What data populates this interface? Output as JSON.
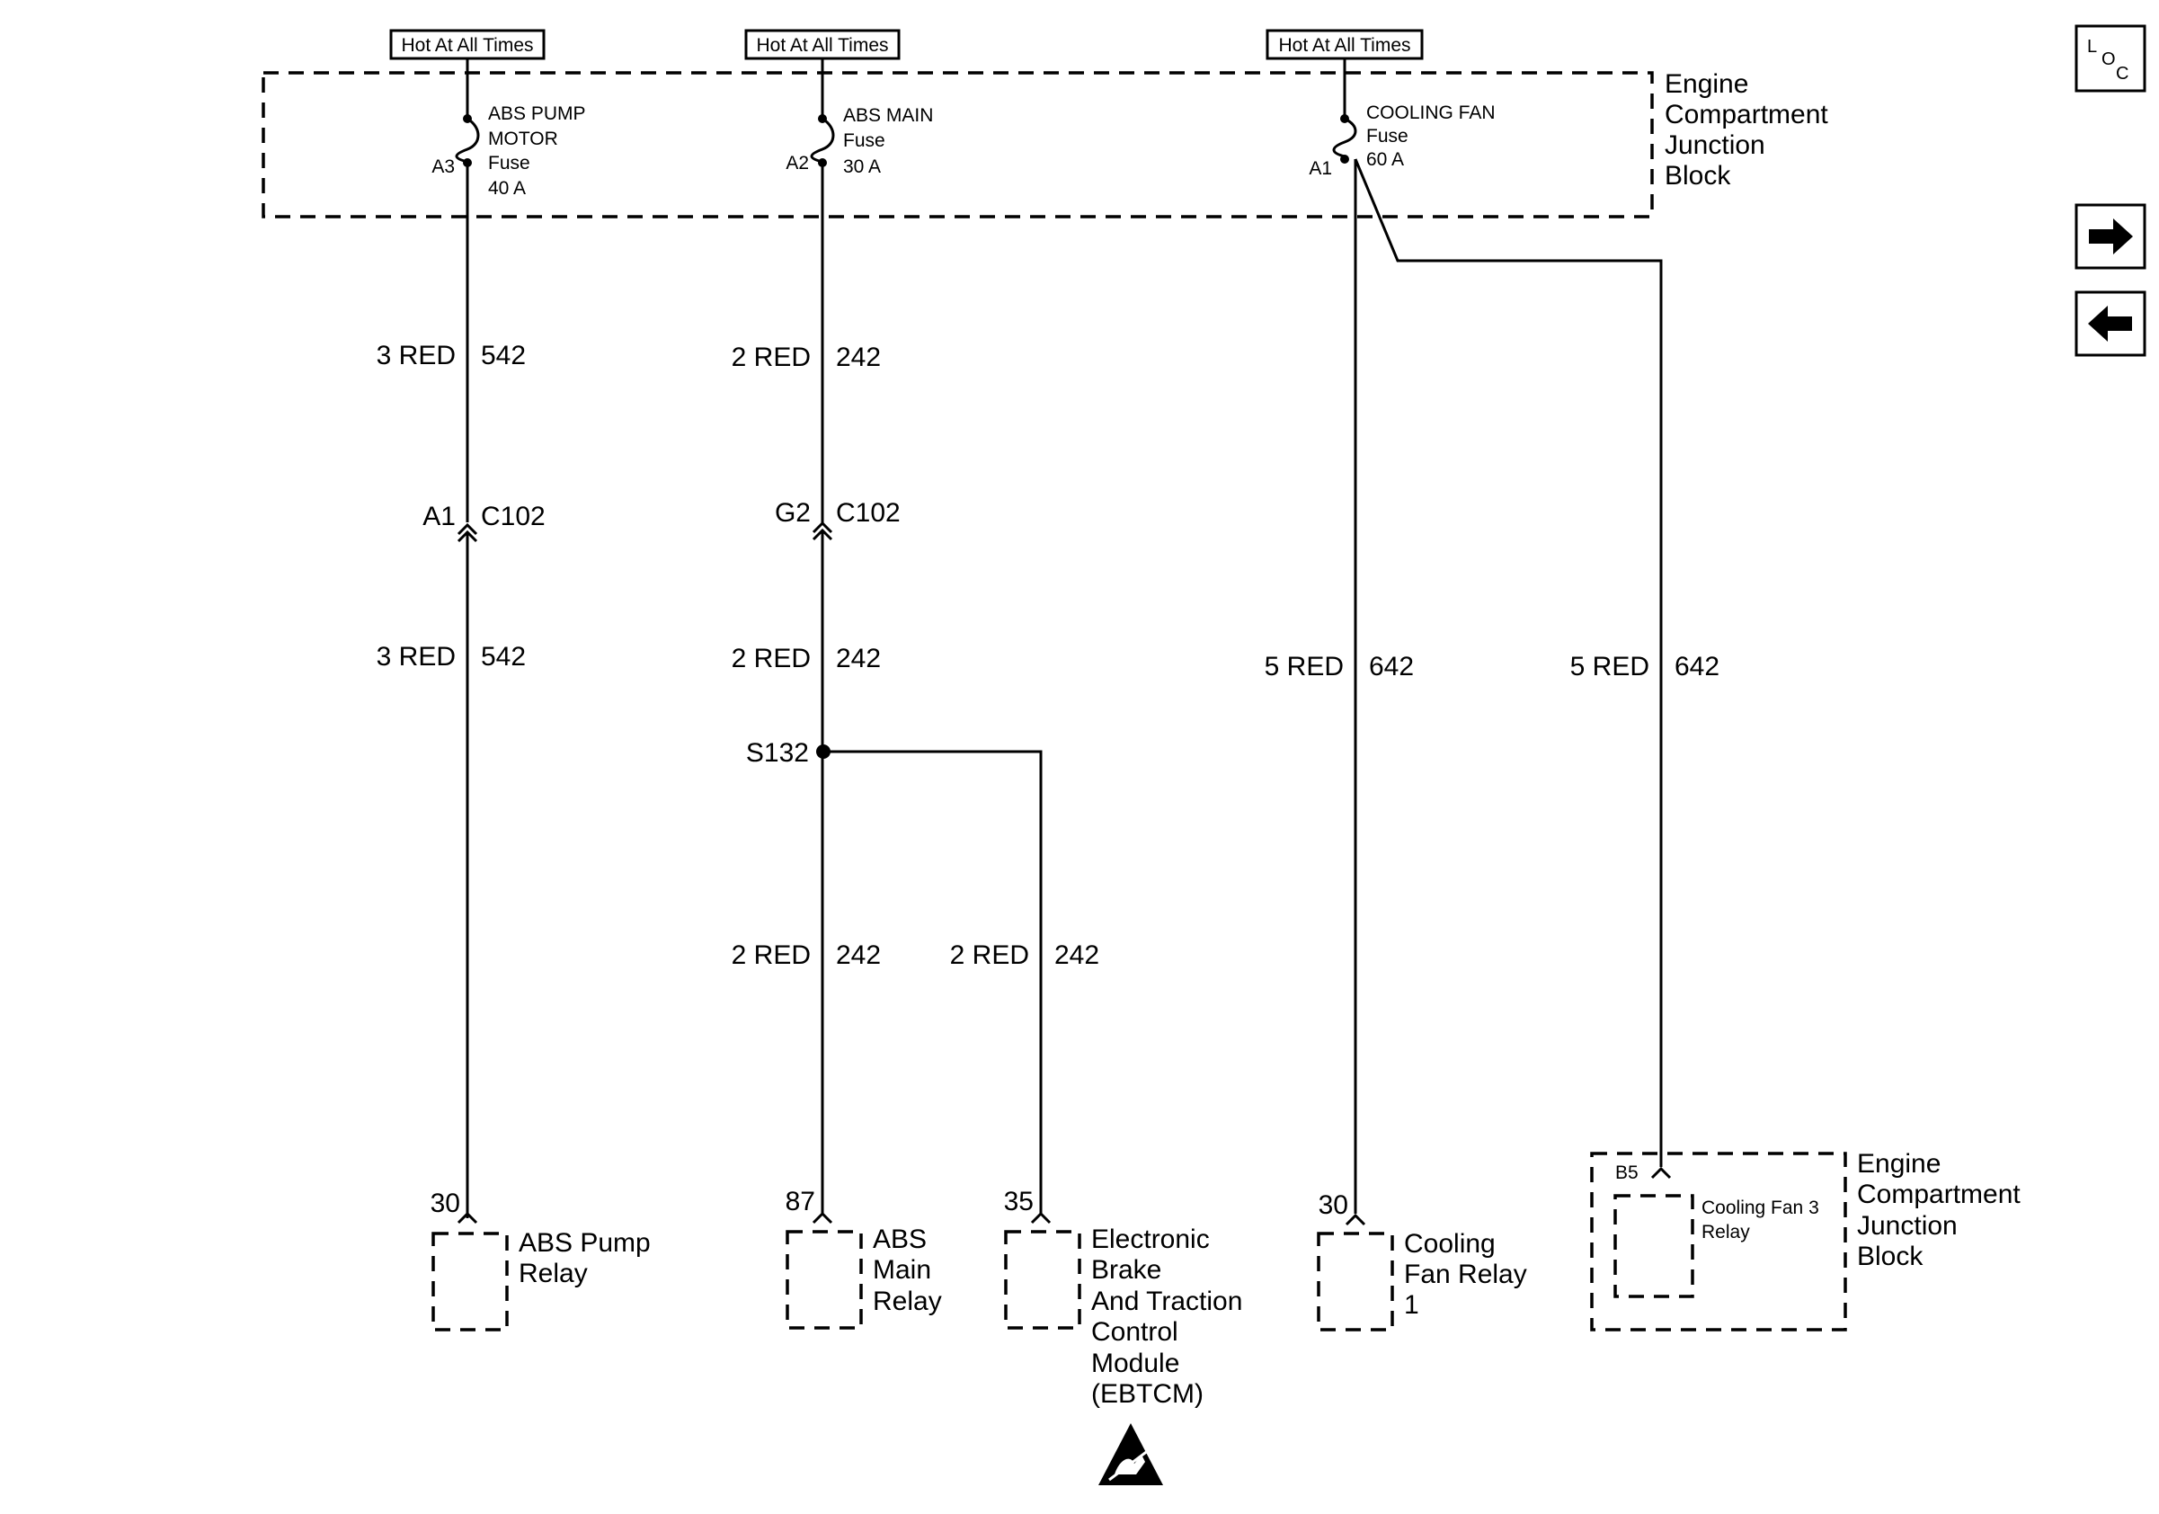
{
  "header_labels": {
    "hot_1": "Hot At All Times",
    "hot_2": "Hot At All Times",
    "hot_3": "Hot At All Times"
  },
  "junction_block_top": {
    "line1": "Engine",
    "line2": "Compartment",
    "line3": "Junction",
    "line4": "Block"
  },
  "fuses": {
    "abs_pump": {
      "name1": "ABS PUMP",
      "name2": "MOTOR",
      "type": "Fuse",
      "rating": "40 A",
      "pin": "A3"
    },
    "abs_main": {
      "name1": "ABS MAIN",
      "type": "Fuse",
      "rating": "30 A",
      "pin": "A2"
    },
    "cooling_fan": {
      "name1": "COOLING FAN",
      "type": "Fuse",
      "rating": "60 A",
      "pin": "A1"
    }
  },
  "wires": {
    "w1_top": {
      "color": "3 RED",
      "circuit": "542"
    },
    "w1_bot": {
      "color": "3 RED",
      "circuit": "542"
    },
    "w2_top": {
      "color": "2 RED",
      "circuit": "242"
    },
    "w2_mid": {
      "color": "2 RED",
      "circuit": "242"
    },
    "w2_bot": {
      "color": "2 RED",
      "circuit": "242"
    },
    "w3": {
      "color": "2 RED",
      "circuit": "242"
    },
    "w4": {
      "color": "5 RED",
      "circuit": "642"
    },
    "w5": {
      "color": "5 RED",
      "circuit": "642"
    }
  },
  "connectors": {
    "c1": {
      "pin": "A1",
      "name": "C102"
    },
    "c2": {
      "pin": "G2",
      "name": "C102"
    }
  },
  "splice": "S132",
  "components": {
    "abs_pump_relay": {
      "pin": "30",
      "line1": "ABS Pump",
      "line2": "Relay"
    },
    "abs_main_relay": {
      "pin": "87",
      "line1": "ABS",
      "line2": "Main",
      "line3": "Relay"
    },
    "ebtcm": {
      "pin": "35",
      "line1": "Electronic",
      "line2": "Brake",
      "line3": "And Traction",
      "line4": "Control",
      "line5": "Module",
      "line6": "(EBTCM)"
    },
    "cooling_fan_relay_1": {
      "pin": "30",
      "line1": "Cooling",
      "line2": "Fan Relay",
      "line3": "1"
    },
    "cooling_fan_3_relay": {
      "pin": "B5",
      "line1": "Cooling Fan 3",
      "line2": "Relay"
    }
  },
  "junction_block_bottom": {
    "line1": "Engine",
    "line2": "Compartment",
    "line3": "Junction",
    "line4": "Block"
  },
  "nav": {
    "loc_top": "L",
    "loc_mid": "O",
    "loc_bot": "C",
    "forward_icon": "arrow-right-icon",
    "back_icon": "arrow-left-icon"
  },
  "esd_icon": "esd-warning-icon"
}
